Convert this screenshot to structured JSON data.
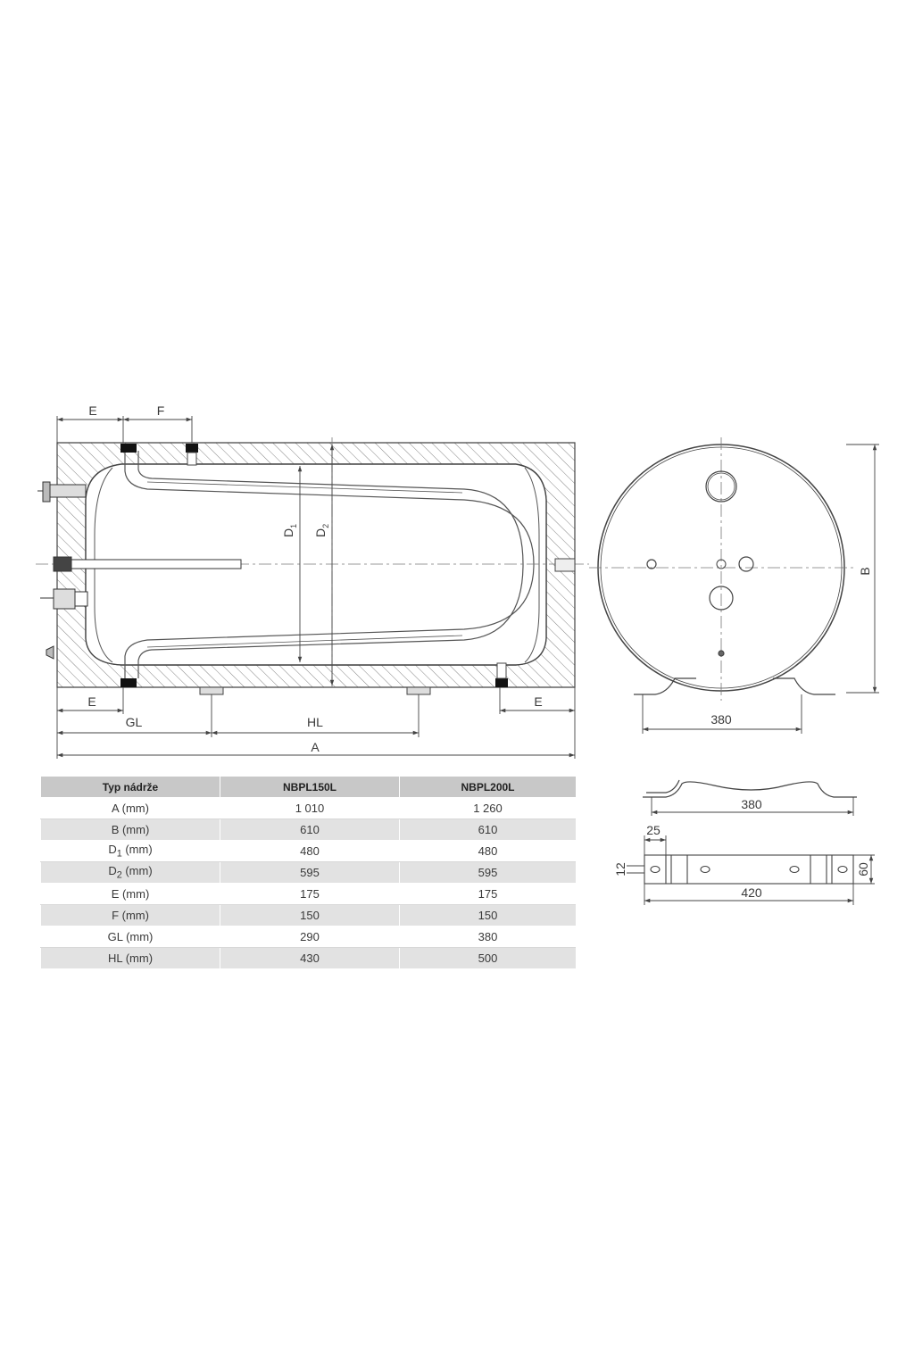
{
  "tank_view": {
    "dim_labels": {
      "e_top": "E",
      "f_top": "F",
      "e_bottom_left": "E",
      "e_bottom_right": "E",
      "gl": "GL",
      "hl": "HL",
      "a": "A",
      "d1": "D",
      "d1_sub": "1",
      "d2": "D",
      "d2_sub": "2"
    }
  },
  "end_view": {
    "b_label": "B",
    "width_label": "380"
  },
  "bracket_view": {
    "width_label": "380"
  },
  "bracket_plan": {
    "label_25": "25",
    "label_12": "12",
    "label_60": "60",
    "label_420": "420"
  },
  "table": {
    "headers": [
      "Typ nádrže",
      "NBPL150L",
      "NBPL200L"
    ],
    "rows": [
      {
        "param": "A (mm)",
        "sub": "",
        "param_suffix": "",
        "v1": "1 010",
        "v2": "1 260"
      },
      {
        "param": "B (mm)",
        "sub": "",
        "param_suffix": "",
        "v1": "610",
        "v2": "610"
      },
      {
        "param": "D",
        "sub": "1",
        "param_suffix": " (mm)",
        "v1": "480",
        "v2": "480"
      },
      {
        "param": "D",
        "sub": "2",
        "param_suffix": " (mm)",
        "v1": "595",
        "v2": "595"
      },
      {
        "param": "E (mm)",
        "sub": "",
        "param_suffix": "",
        "v1": "175",
        "v2": "175"
      },
      {
        "param": "F (mm)",
        "sub": "",
        "param_suffix": "",
        "v1": "150",
        "v2": "150"
      },
      {
        "param": "GL (mm)",
        "sub": "",
        "param_suffix": "",
        "v1": "290",
        "v2": "380"
      },
      {
        "param": "HL (mm)",
        "sub": "",
        "param_suffix": "",
        "v1": "430",
        "v2": "500"
      }
    ]
  }
}
